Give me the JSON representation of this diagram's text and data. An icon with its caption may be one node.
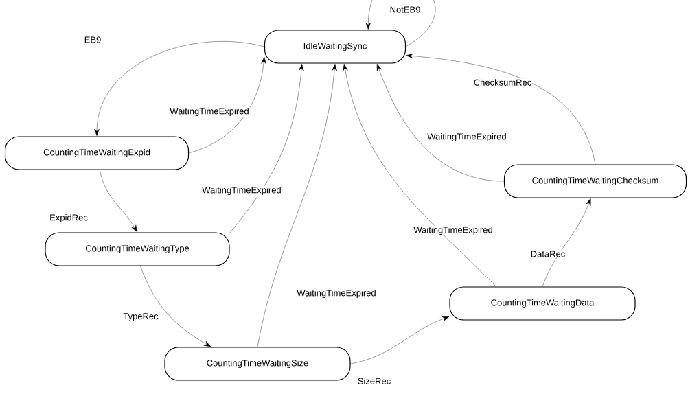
{
  "diagram": {
    "nodes": [
      {
        "text": [
          "IdleWaitingSync"
        ]
      },
      {
        "text": [
          "CountingTimeWaitingExpid"
        ]
      },
      {
        "text": [
          "CountingTimeWaitingType"
        ]
      },
      {
        "text": [
          "CountingTimeWaitingSize"
        ]
      },
      {
        "text": [
          "CountingTimeWaitingData"
        ]
      },
      {
        "text": [
          "CountingTimeWaitingChecksum"
        ]
      }
    ],
    "edges": [
      {
        "from": 0,
        "to": 0,
        "arrow": "to",
        "label": "NotEB9"
      },
      {
        "from": 0,
        "to": 1,
        "arrow": "to",
        "label": "EB9"
      },
      {
        "from": 1,
        "to": 0,
        "arrow": "to",
        "label": "WaitingTimeExpired"
      },
      {
        "from": 1,
        "to": 2,
        "arrow": "to",
        "label": "ExpidRec"
      },
      {
        "from": 2,
        "to": 0,
        "arrow": "to",
        "label": "WaitingTimeExpired"
      },
      {
        "from": 2,
        "to": 3,
        "arrow": "to",
        "label": "TypeRec"
      },
      {
        "from": 3,
        "to": 0,
        "arrow": "to",
        "label": "WaitingTimeExpired"
      },
      {
        "from": 3,
        "to": 4,
        "arrow": "to",
        "label": "SizeRec"
      },
      {
        "from": 4,
        "to": 0,
        "arrow": "to",
        "label": "WaitingTimeExpired"
      },
      {
        "from": 4,
        "to": 5,
        "arrow": "to",
        "label": "DataRec"
      },
      {
        "from": 5,
        "to": 0,
        "arrow": "to",
        "label": "WaitingTimeExpired"
      },
      {
        "from": 5,
        "to": 0,
        "arrow": "to",
        "label": "ChecksumRec"
      }
    ]
  }
}
